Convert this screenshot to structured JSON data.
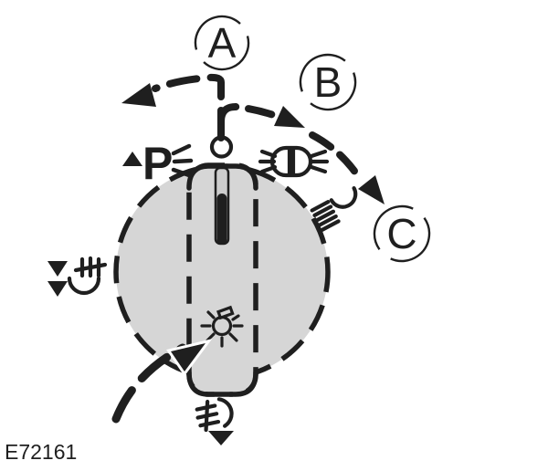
{
  "figure": {
    "code": "E72161",
    "callouts": [
      {
        "label": "A"
      },
      {
        "label": "B"
      },
      {
        "label": "C"
      }
    ],
    "parking_lamp_letter": "P",
    "off_position_marker": "O-circle",
    "icons": [
      "parking-lamps-icon",
      "headlamps-icon",
      "front-fog-lamps-icon",
      "rear-fog-lamps-icon",
      "panel-bulb-icon",
      "pull-front-fog-icon",
      "off-position-marker"
    ],
    "colors": {
      "background": "#ffffff",
      "knob_fill": "#d6d6d6",
      "slot_fill": "#cdcdcd",
      "line": "#1f1f1f"
    }
  }
}
